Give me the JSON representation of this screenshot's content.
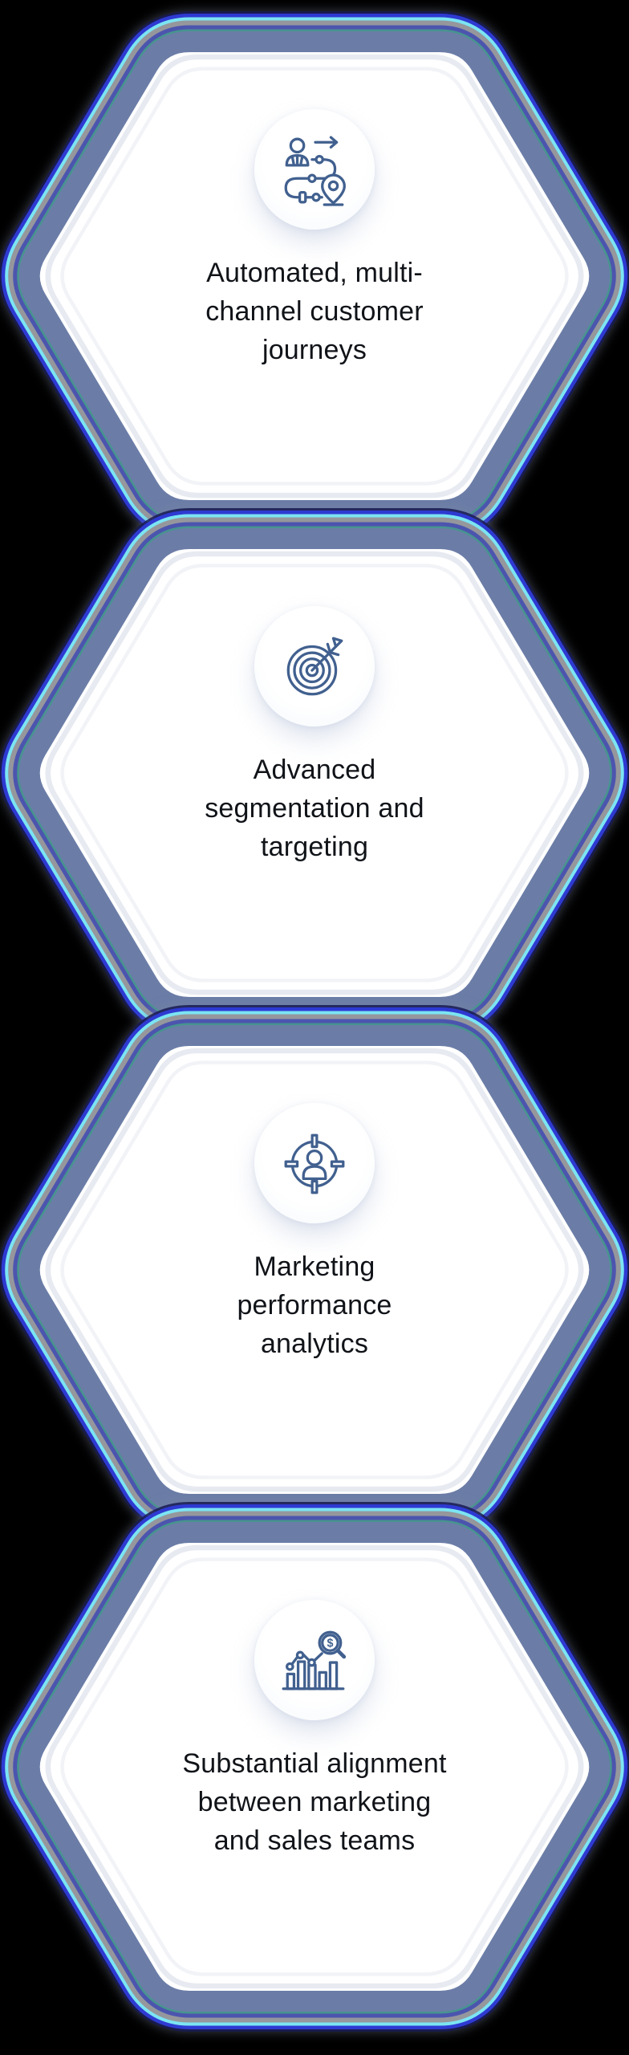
{
  "page": {
    "description": "Four stacked hexagon feature cards with icons",
    "background": "#000000"
  },
  "colors": {
    "bg": "#000000",
    "band-slate": "#6b7da7",
    "ring-dark": "#171a52",
    "ring-blue": "#2e3ad2",
    "ring-cyan": "#7ce4f2",
    "ring-gray": "#95979c",
    "ring-indigo": "#4c55ae",
    "ring-teal": "#47948f",
    "hex-fill": "#ffffff",
    "icon-stroke": "#41608f",
    "text": "#101318"
  },
  "cards": [
    {
      "icon": "customer-journey-icon",
      "label": "Automated, multi-channel customer journeys",
      "lines": [
        "Automated, multi-",
        "channel customer",
        "journeys"
      ]
    },
    {
      "icon": "target-arrow-icon",
      "label": "Advanced segmentation and targeting",
      "lines": [
        "Advanced",
        "segmentation and",
        "targeting"
      ]
    },
    {
      "icon": "audience-targeting-icon",
      "label": "Marketing performance analytics",
      "lines": [
        "Marketing",
        "performance",
        "analytics"
      ]
    },
    {
      "icon": "analytics-magnifier-icon",
      "label": "Substantial alignment between marketing and sales teams",
      "lines": [
        "Substantial alignment",
        "between marketing",
        "and sales teams"
      ]
    }
  ]
}
